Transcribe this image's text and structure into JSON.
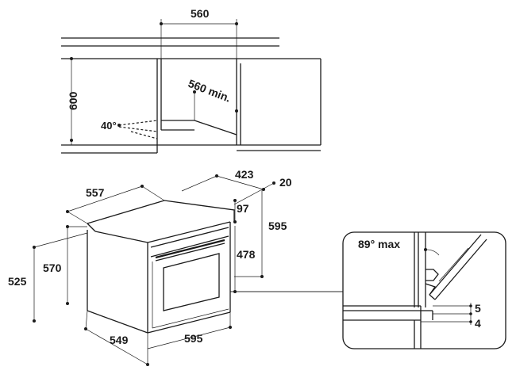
{
  "top_view": {
    "width_label": "560",
    "height_label": "600",
    "depth_label": "560 min.",
    "vent_label": "40°"
  },
  "oven_view": {
    "top_depth_label": "557",
    "top_right_label": "423",
    "corner_label": "20",
    "control_panel_label": "97",
    "front_height_label": "595",
    "door_label": "478",
    "side_height_label": "570",
    "left_height_label": "525",
    "bottom_depth_label": "549",
    "bottom_width_label": "595"
  },
  "detail_view": {
    "angle_label": "89° max",
    "gap_label_1": "5",
    "gap_label_2": "4"
  }
}
